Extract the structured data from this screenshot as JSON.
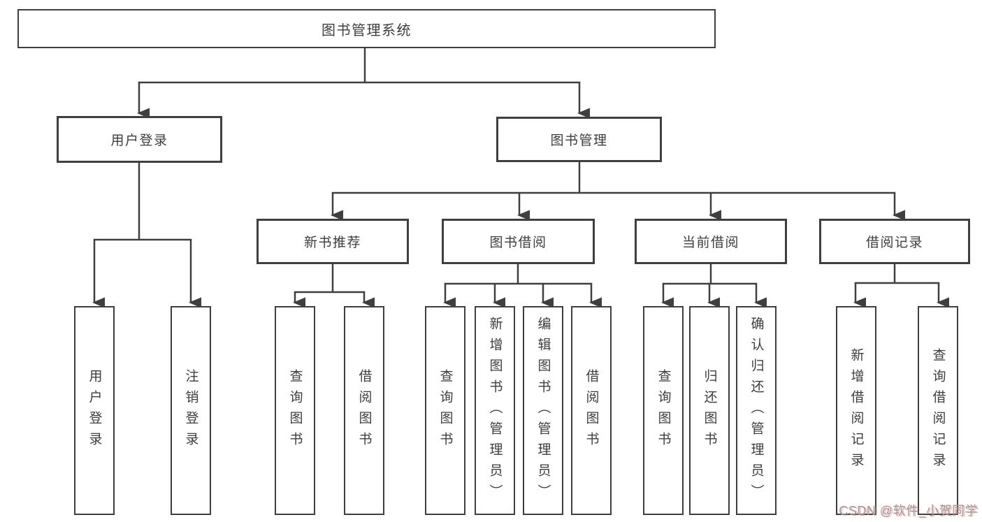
{
  "tree": {
    "label": "图书管理系统",
    "children": [
      {
        "label": "用户登录",
        "children": [
          {
            "label": "用户登录"
          },
          {
            "label": "注销登录"
          }
        ]
      },
      {
        "label": "图书管理",
        "children": [
          {
            "label": "新书推荐",
            "children": [
              {
                "label": "查询图书"
              },
              {
                "label": "借阅图书"
              }
            ]
          },
          {
            "label": "图书借阅",
            "children": [
              {
                "label": "查询图书"
              },
              {
                "label": "新增图书（管理员）"
              },
              {
                "label": "编辑图书（管理员）"
              },
              {
                "label": "借阅图书"
              }
            ]
          },
          {
            "label": "当前借阅",
            "children": [
              {
                "label": "查询图书"
              },
              {
                "label": "归还图书"
              },
              {
                "label": "确认归还（管理员）"
              }
            ]
          },
          {
            "label": "借阅记录",
            "children": [
              {
                "label": "新增借阅记录"
              },
              {
                "label": "查询借阅记录"
              }
            ]
          }
        ]
      }
    ]
  },
  "watermark": {
    "text": "CSDN @软件_小贺同学"
  },
  "colors": {
    "line": "#3f3f3f",
    "text": "#3d3d3d",
    "background": "#ffffff",
    "watermark_gray": "#9c9c9c",
    "watermark_red": "#f66f6f"
  }
}
